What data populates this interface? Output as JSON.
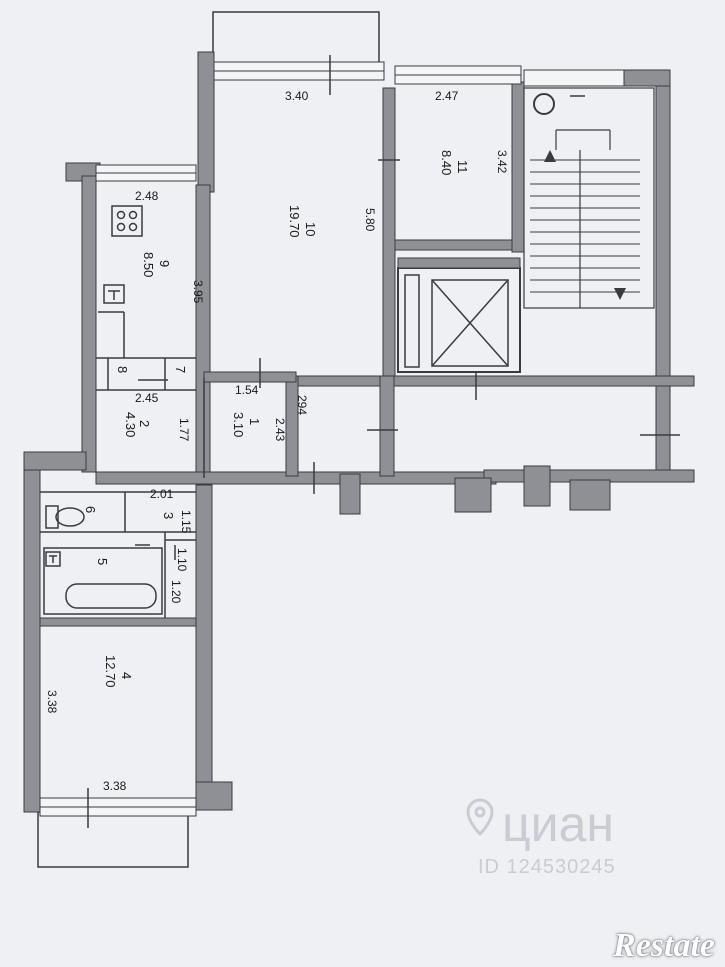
{
  "colors": {
    "wall": "#8e9096",
    "line": "#3a3b40",
    "paper": "#eef0f4"
  },
  "dimensions": {
    "d340": "3.40",
    "d247": "2.47",
    "d342": "3.42",
    "d248": "2.48",
    "d580": "5.80",
    "d395": "3.95",
    "d154": "1.54",
    "d294": "294",
    "d245": "2.45",
    "d177": "1.77",
    "d243": "2.43",
    "d201": "2.01",
    "d115": "1.15",
    "d110": "1.10",
    "d120": "1.20",
    "d338a": "3.38",
    "d338b": "3.38"
  },
  "rooms": {
    "r1": {
      "num": "1",
      "area": "3.10"
    },
    "r2": {
      "num": "2",
      "area": "4.30"
    },
    "r3": {
      "num": "3"
    },
    "r4": {
      "num": "4",
      "area": "12.70"
    },
    "r5": {
      "num": "5"
    },
    "r6": {
      "num": "6"
    },
    "r7": {
      "num": "7"
    },
    "r8": {
      "num": "8"
    },
    "r9": {
      "num": "9",
      "area": "8.50"
    },
    "r10": {
      "num": "10",
      "area": "19.70"
    },
    "r11": {
      "num": "11",
      "area": "8.40"
    }
  },
  "fixtures": {
    "stove_icon": "stove-icon",
    "sink_icon": "sink-icon",
    "toilet_icon": "toilet-icon",
    "bathtub_icon": "bathtub-icon",
    "stairs_icon": "stairs-icon",
    "elevator_icon": "elevator-icon"
  },
  "watermark": {
    "brand": "циан",
    "id": "ID 124530245",
    "pin_icon": "location-pin-icon"
  },
  "logo": {
    "text": "Restate"
  }
}
